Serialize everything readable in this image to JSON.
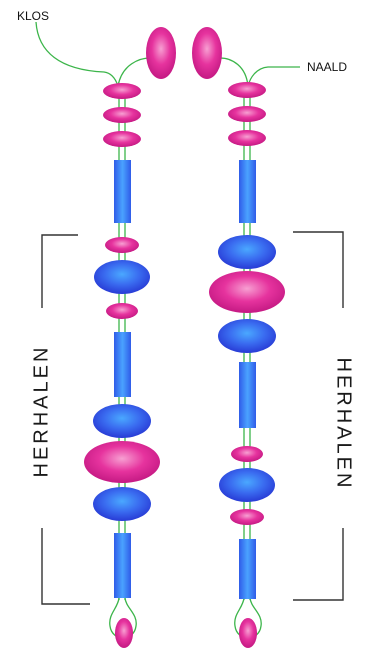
{
  "labels": {
    "klos": "KLOS",
    "naald": "NAALD",
    "repeat_left": "HERHALEN",
    "repeat_right": "HERHALEN"
  },
  "colors": {
    "magenta": "#e6339e",
    "blue": "#3a6cf0",
    "green_thread": "#3cb54a",
    "bracket": "#333333"
  }
}
